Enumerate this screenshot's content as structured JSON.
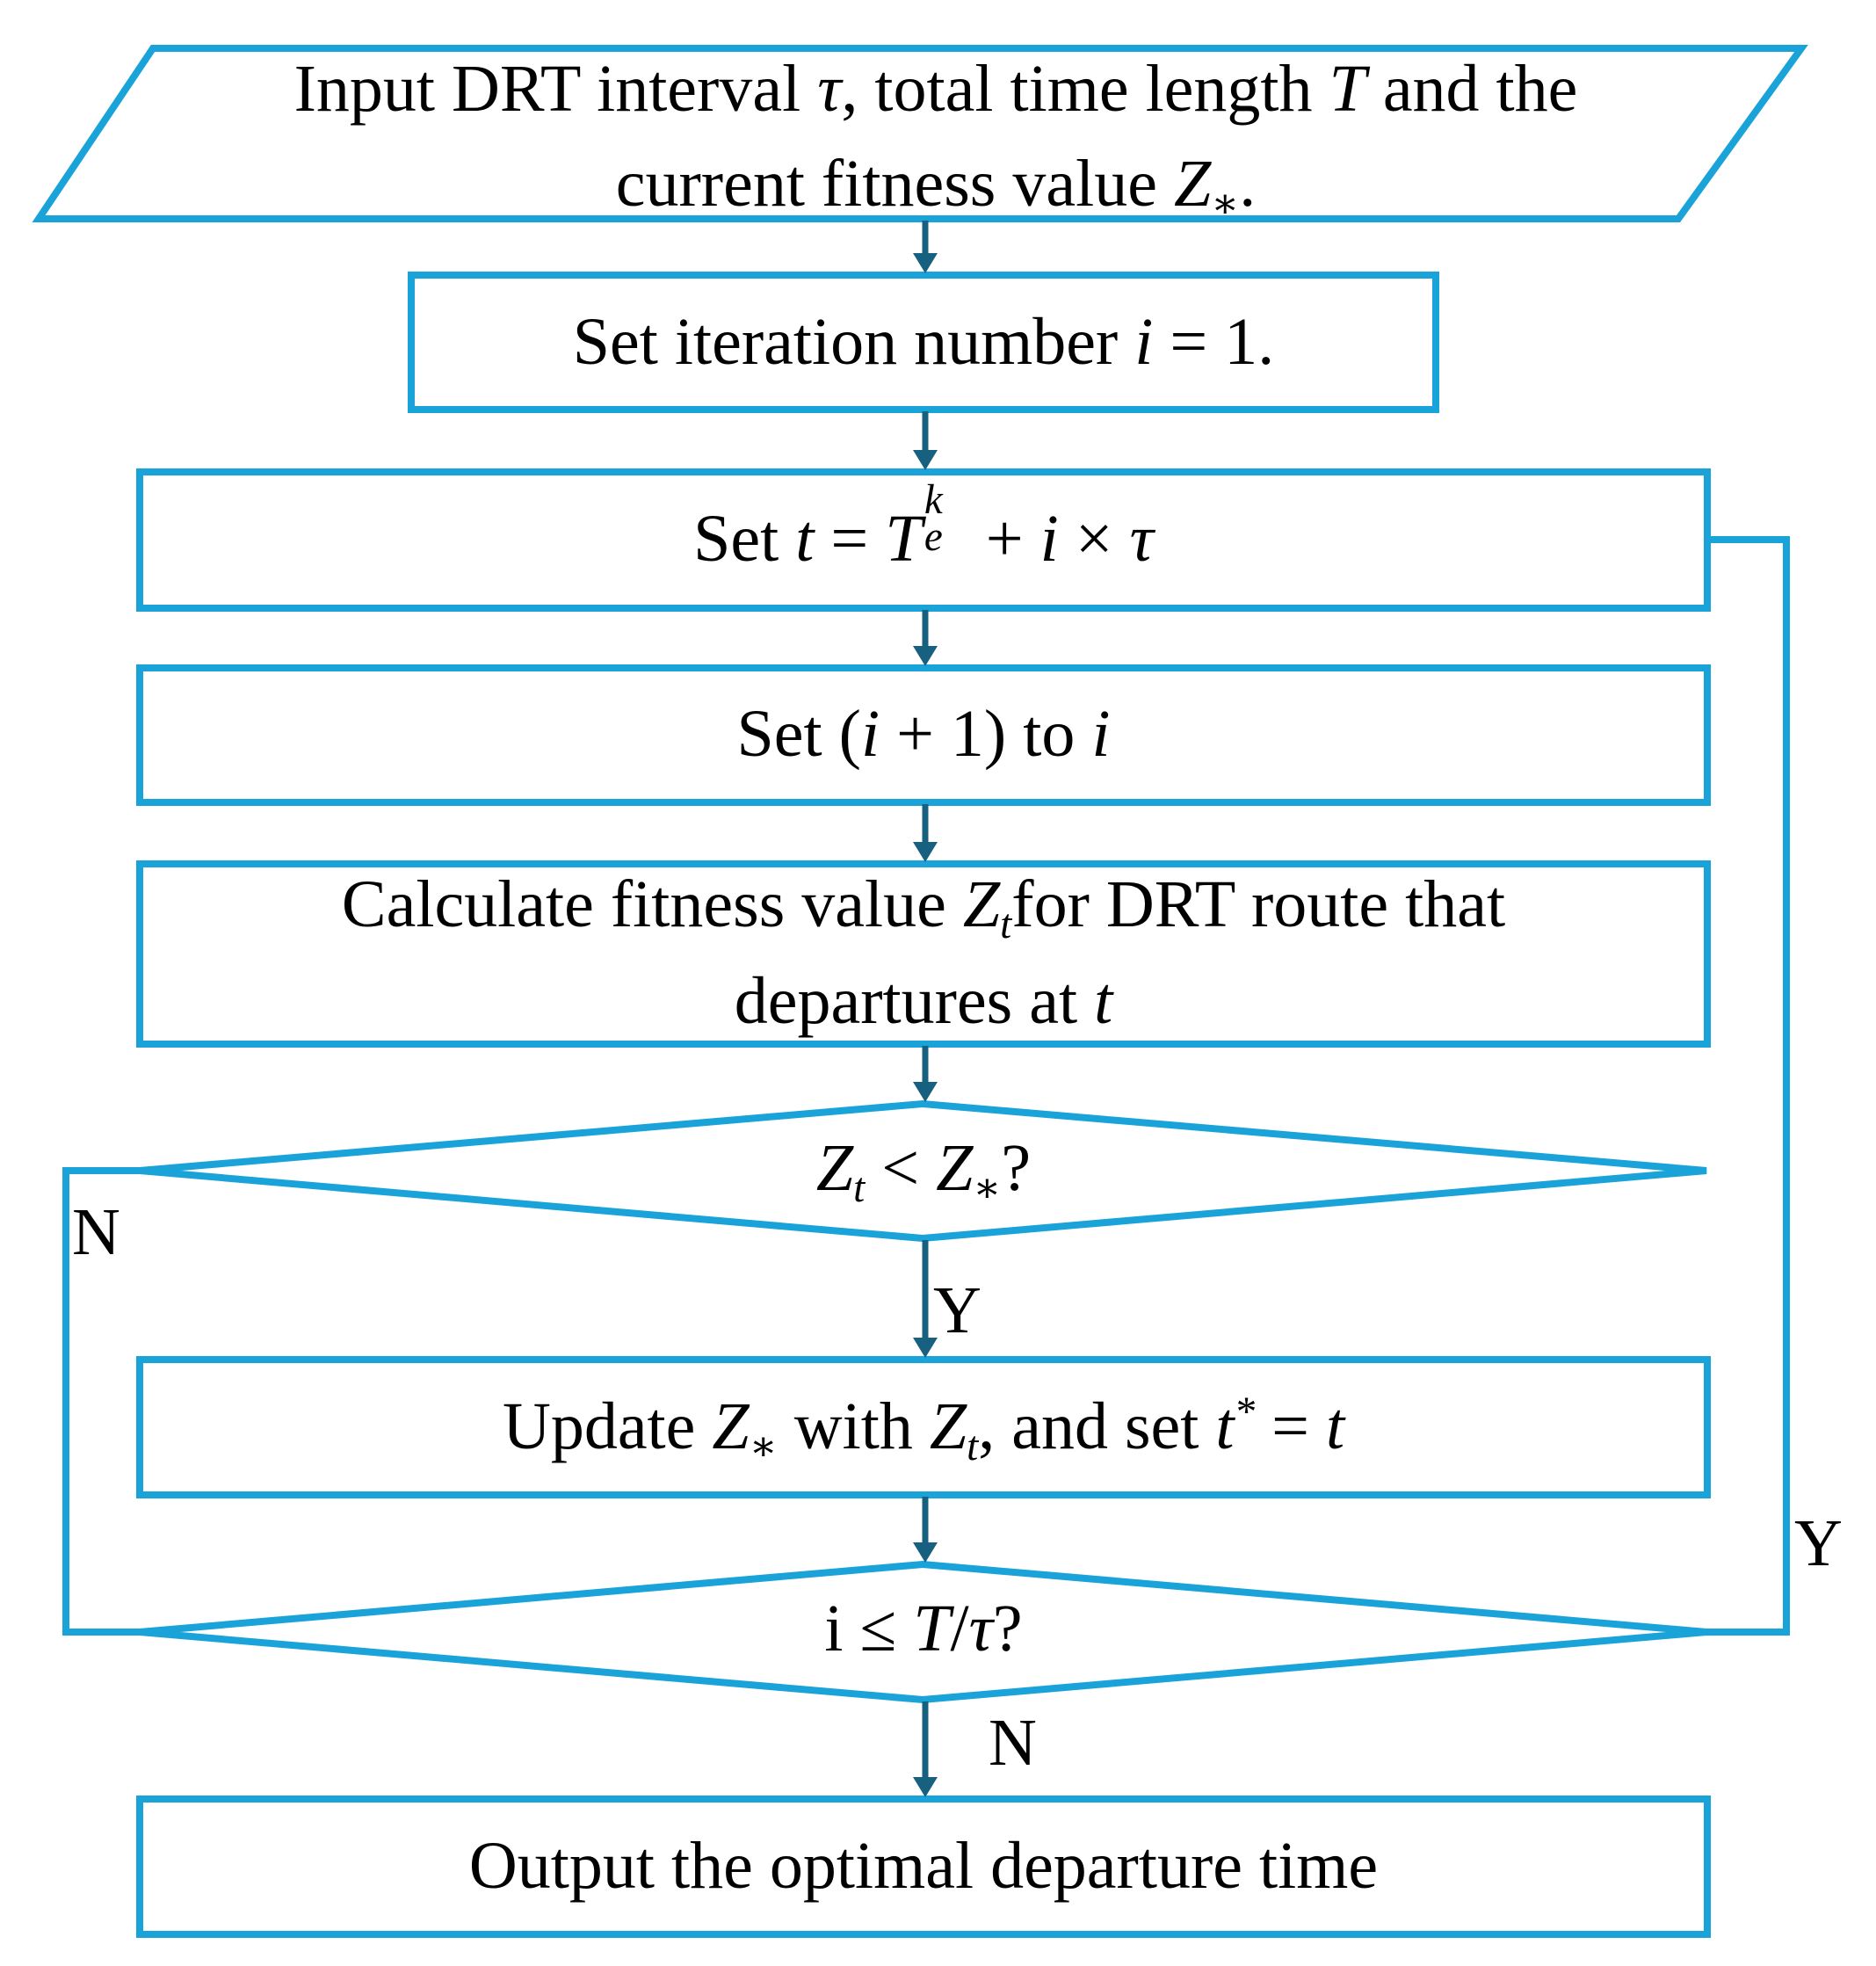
{
  "diagram": {
    "input": {
      "line1": [
        "Input DRT interval ",
        "τ",
        ", total time length ",
        "T",
        " and the"
      ],
      "line2": [
        "current fitness value ",
        "Z",
        "∗",
        "."
      ]
    },
    "init": [
      "Set iteration number ",
      "i",
      " = 1."
    ],
    "set_t": [
      "Set ",
      "t",
      " = ",
      "T",
      "k",
      "e",
      " + ",
      "i",
      " × ",
      "τ"
    ],
    "increment": [
      "Set (",
      "i",
      " + 1) to ",
      "i"
    ],
    "calculate": {
      "line1": [
        "Calculate fitness value ",
        "Z",
        "t",
        "for DRT route that"
      ],
      "line2": [
        "departures at ",
        "t"
      ]
    },
    "compare": [
      "Z",
      "t",
      " < ",
      "Z",
      "∗",
      "?"
    ],
    "update": [
      "Update ",
      "Z",
      "∗",
      " with ",
      "Z",
      "t",
      ", and set ",
      "t",
      "*",
      " = ",
      "t"
    ],
    "loop_check": [
      "i ≤ ",
      "T",
      "/",
      "τ",
      "?"
    ],
    "output": "Output the optimal departure time",
    "labels": {
      "compare_yes": "Y",
      "compare_no": "N",
      "loop_yes": "Y",
      "loop_no": "N"
    }
  }
}
